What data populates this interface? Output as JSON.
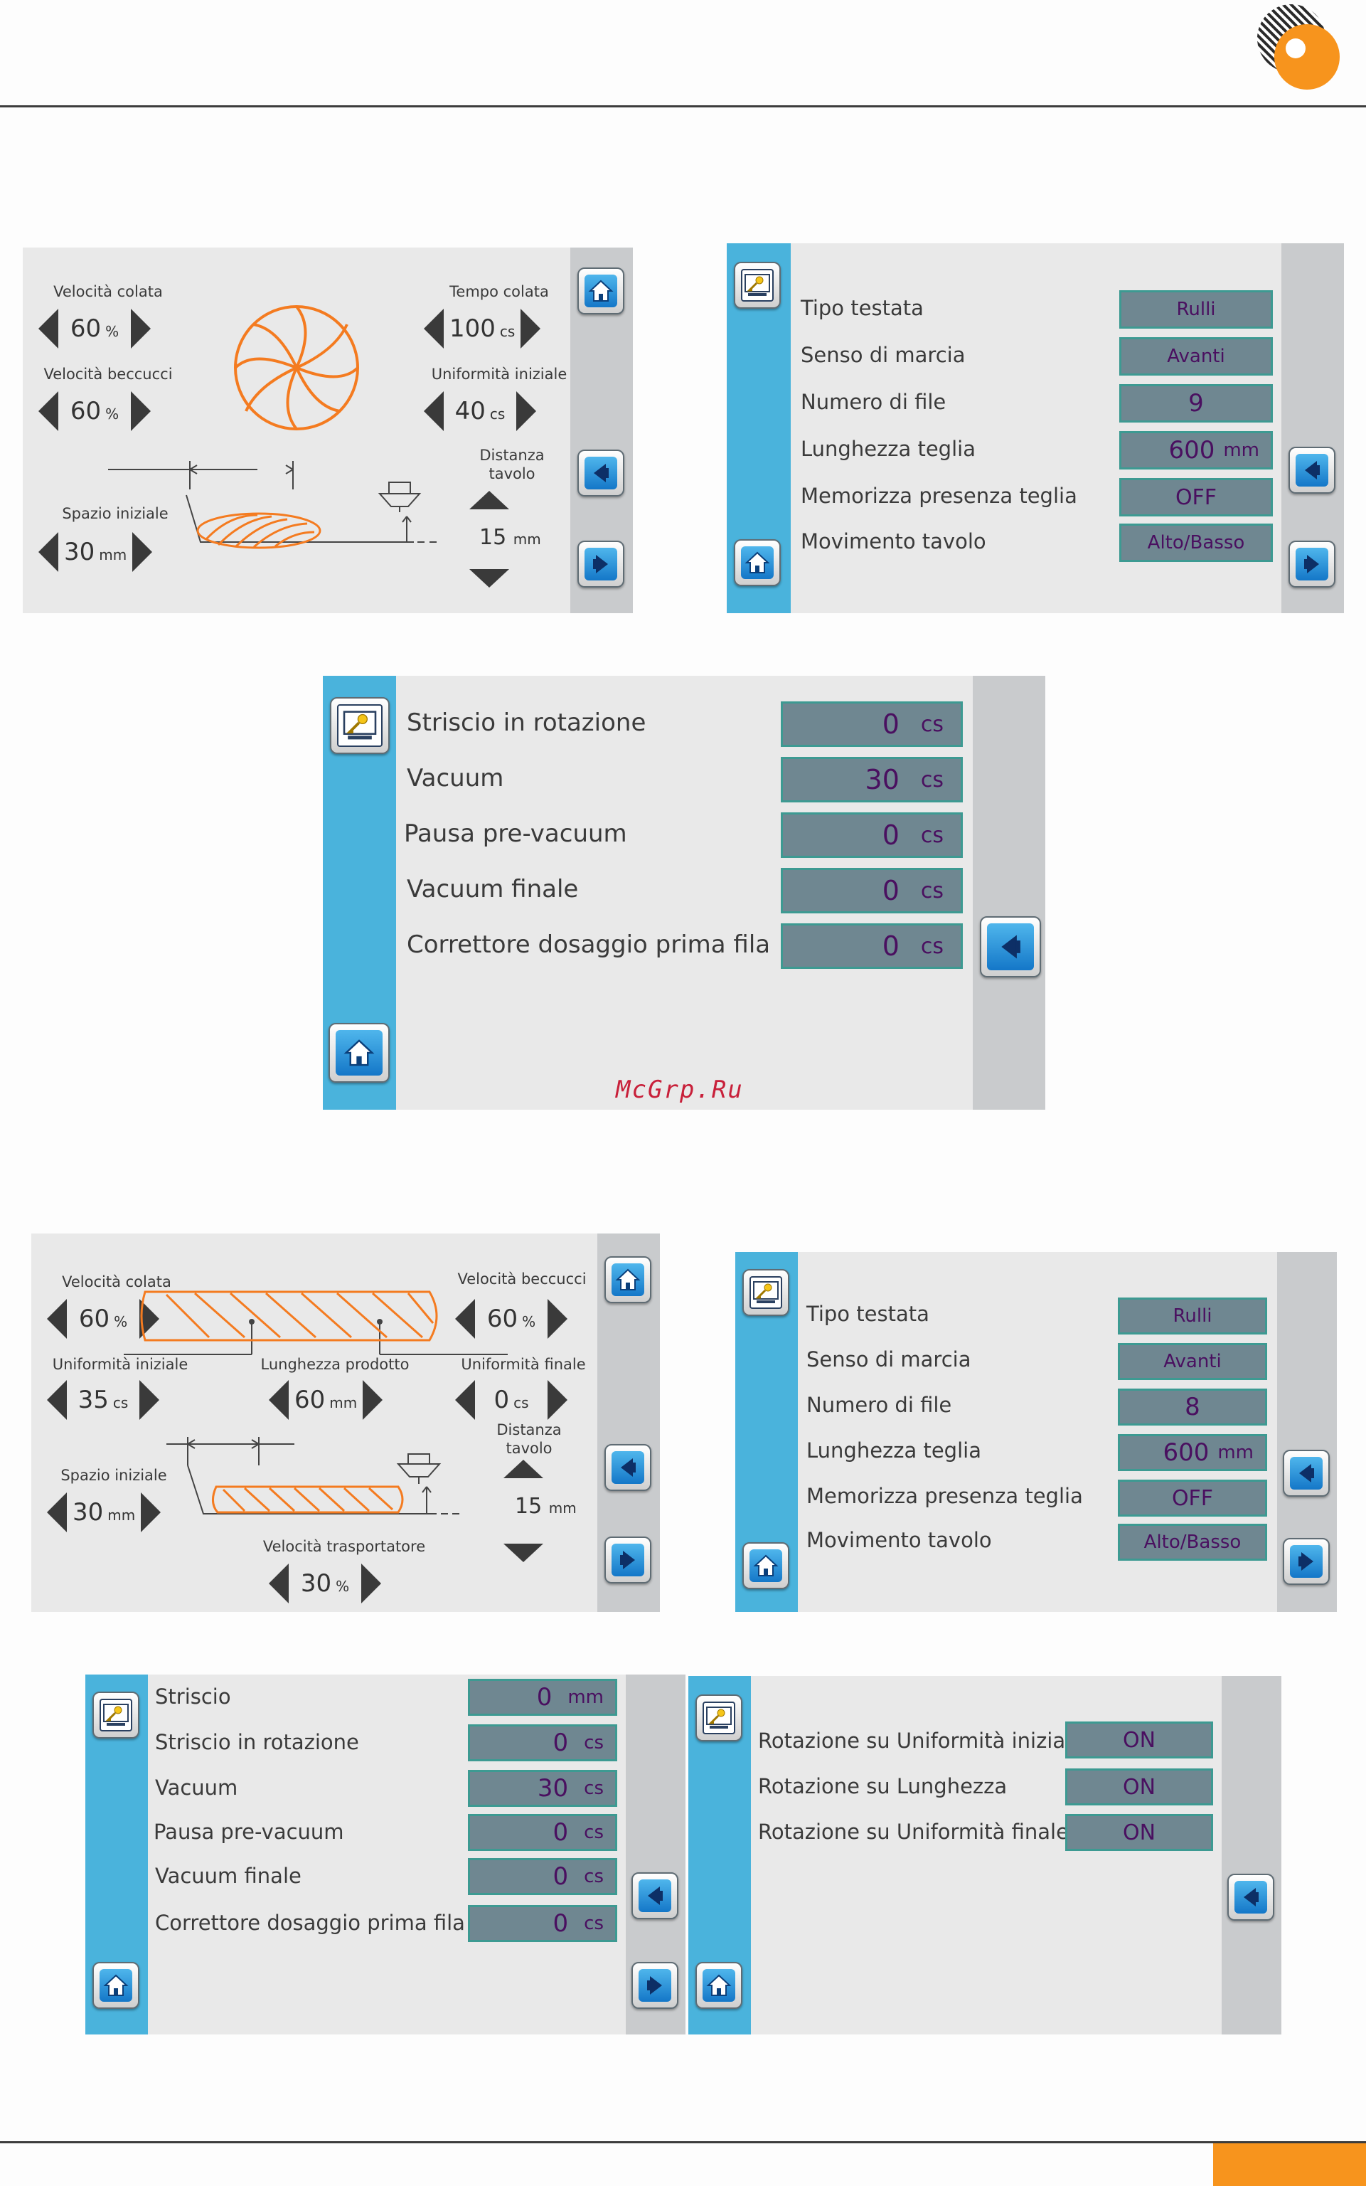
{
  "colors": {
    "accent": "#f08a1c",
    "panel": "#e9e9e9",
    "sidebar": "#4ab3dc",
    "field": "#6f8791",
    "field_text": "#4a1060"
  },
  "watermark": "McGrp.Ru",
  "screen1": {
    "velocita_colata": {
      "label": "Velocità colata",
      "value": "60",
      "unit": "%"
    },
    "velocita_beccucci": {
      "label": "Velocità beccucci",
      "value": "60",
      "unit": "%"
    },
    "tempo_colata": {
      "label": "Tempo colata",
      "value": "100",
      "unit": "cs"
    },
    "uniformita_iniziale": {
      "label": "Uniformità iniziale",
      "value": "40",
      "unit": "cs"
    },
    "spazio_iniziale": {
      "label": "Spazio iniziale",
      "value": "30",
      "unit": "mm"
    },
    "distanza_tavolo": {
      "label1": "Distanza",
      "label2": "tavolo",
      "value": "15",
      "unit": "mm"
    }
  },
  "screen2": {
    "rows": [
      {
        "label": "Tipo testata",
        "value": "Rulli",
        "unit": ""
      },
      {
        "label": "Senso di marcia",
        "value": "Avanti",
        "unit": ""
      },
      {
        "label": "Numero di file",
        "value": "9",
        "unit": ""
      },
      {
        "label": "Lunghezza teglia",
        "value": "600",
        "unit": "mm"
      },
      {
        "label": "Memorizza presenza teglia",
        "value": "OFF",
        "unit": ""
      },
      {
        "label": "Movimento tavolo",
        "value": "Alto/Basso",
        "unit": ""
      }
    ]
  },
  "screen3": {
    "rows": [
      {
        "label": "Striscio in rotazione",
        "value": "0",
        "unit": "cs"
      },
      {
        "label": "Vacuum",
        "value": "30",
        "unit": "cs"
      },
      {
        "label": "Pausa pre-vacuum",
        "value": "0",
        "unit": "cs"
      },
      {
        "label": "Vacuum finale",
        "value": "0",
        "unit": "cs"
      },
      {
        "label": "Correttore dosaggio prima fila",
        "value": "0",
        "unit": "cs"
      }
    ]
  },
  "screen4": {
    "velocita_colata": {
      "label": "Velocità colata",
      "value": "60",
      "unit": "%"
    },
    "velocita_beccucci": {
      "label": "Velocità beccucci",
      "value": "60",
      "unit": "%"
    },
    "uniformita_iniziale": {
      "label": "Uniformità iniziale",
      "value": "35",
      "unit": "cs"
    },
    "lunghezza_prodotto": {
      "label": "Lunghezza prodotto",
      "value": "60",
      "unit": "mm"
    },
    "uniformita_finale": {
      "label": "Uniformità finale",
      "value": "0",
      "unit": "cs"
    },
    "spazio_iniziale": {
      "label": "Spazio iniziale",
      "value": "30",
      "unit": "mm"
    },
    "distanza_tavolo": {
      "label1": "Distanza",
      "label2": "tavolo",
      "value": "15",
      "unit": "mm"
    },
    "velocita_trasportatore": {
      "label": "Velocità trasportatore",
      "value": "30",
      "unit": "%"
    }
  },
  "screen5": {
    "rows": [
      {
        "label": "Tipo testata",
        "value": "Rulli",
        "unit": ""
      },
      {
        "label": "Senso di marcia",
        "value": "Avanti",
        "unit": ""
      },
      {
        "label": "Numero di file",
        "value": "8",
        "unit": ""
      },
      {
        "label": "Lunghezza teglia",
        "value": "600",
        "unit": "mm"
      },
      {
        "label": "Memorizza presenza teglia",
        "value": "OFF",
        "unit": ""
      },
      {
        "label": "Movimento tavolo",
        "value": "Alto/Basso",
        "unit": ""
      }
    ]
  },
  "screen6": {
    "rows": [
      {
        "label": "Striscio",
        "value": "0",
        "unit": "mm"
      },
      {
        "label": "Striscio in rotazione",
        "value": "0",
        "unit": "cs"
      },
      {
        "label": "Vacuum",
        "value": "30",
        "unit": "cs"
      },
      {
        "label": "Pausa pre-vacuum",
        "value": "0",
        "unit": "cs"
      },
      {
        "label": "Vacuum finale",
        "value": "0",
        "unit": "cs"
      },
      {
        "label": "Correttore dosaggio prima fila",
        "value": "0",
        "unit": "cs"
      }
    ]
  },
  "screen7": {
    "rows": [
      {
        "label": "Rotazione su Uniformità iniziale",
        "value": "ON"
      },
      {
        "label": "Rotazione su Lunghezza",
        "value": "ON"
      },
      {
        "label": "Rotazione su Uniformità finale",
        "value": "ON"
      }
    ]
  }
}
